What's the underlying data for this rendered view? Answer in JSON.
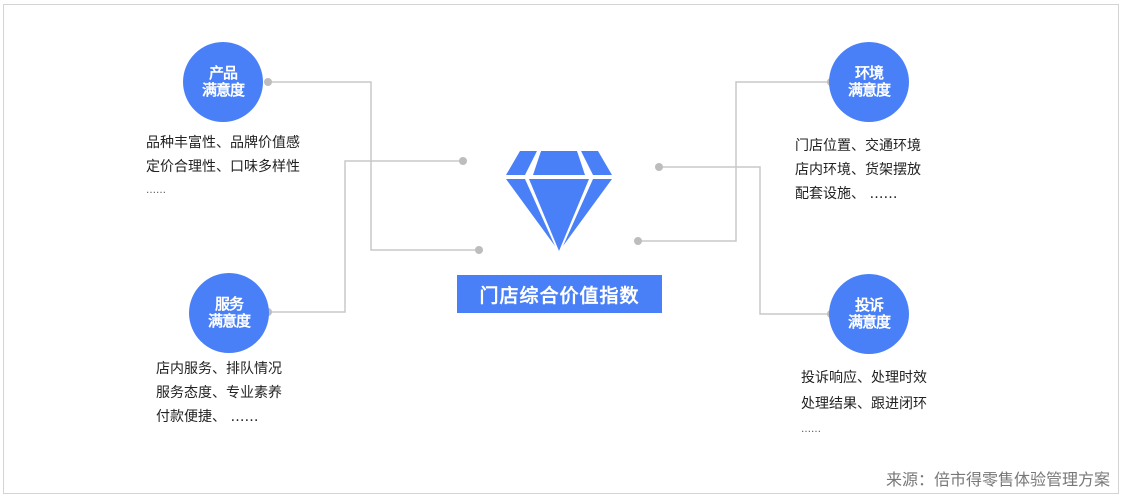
{
  "title": "门店综合价值指数",
  "source": "来源：倍市得零售体验管理方案",
  "colors": {
    "accent": "#4a80f7",
    "line": "#c8c8c8",
    "dot": "#bdbdbd",
    "text": "#222222"
  },
  "center_icon": "diamond-icon",
  "nodes": [
    {
      "id": "product",
      "label_line1": "产品",
      "label_line2": "满意度",
      "desc": [
        "品种丰富性、品牌价值感",
        "定价合理性、口味多样性",
        "……"
      ]
    },
    {
      "id": "service",
      "label_line1": "服务",
      "label_line2": "满意度",
      "desc": [
        "店内服务、排队情况",
        "服务态度、专业素养",
        "付款便捷、 ……"
      ]
    },
    {
      "id": "environment",
      "label_line1": "环境",
      "label_line2": "满意度",
      "desc": [
        "门店位置、交通环境",
        "店内环境、货架摆放",
        "配套设施、 ……"
      ]
    },
    {
      "id": "complaint",
      "label_line1": "投诉",
      "label_line2": "满意度",
      "desc": [
        "投诉响应、处理时效",
        "处理结果、跟进闭环",
        "……"
      ]
    }
  ]
}
